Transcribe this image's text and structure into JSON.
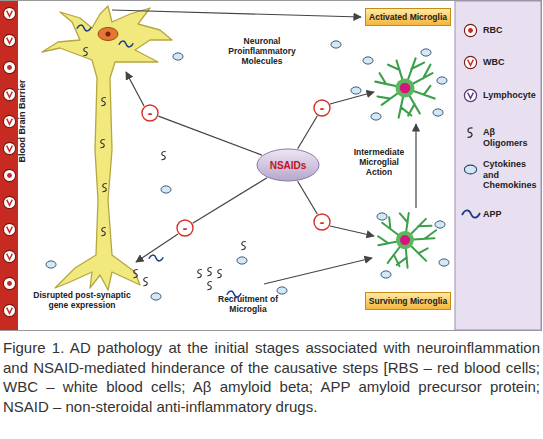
{
  "diagram": {
    "caption": "Figure 1. AD pathology at the initial stages associated with neuroinflammation and NSAID-mediated hinderance of the causative steps [RBS – red blood cells; WBC – white blood cells; Aβ amyloid beta; APP amyloid precursor protein; NSAID – non-steroidal anti-inflammatory drugs.",
    "nodes": [
      {
        "text": [
          "Activated Microglia"
        ]
      },
      {
        "text": [
          "-"
        ]
      },
      {
        "text": [
          "-"
        ]
      },
      {
        "text": [
          "NSAIDs"
        ]
      },
      {
        "text": [
          "-"
        ]
      },
      {
        "text": [
          "-"
        ]
      },
      {
        "text": [
          "Surviving Microglia"
        ]
      }
    ],
    "edges": [
      {
        "from": 3,
        "to": 1,
        "arrow": "none"
      },
      {
        "from": 3,
        "to": 2,
        "arrow": "none"
      },
      {
        "from": 3,
        "to": 4,
        "arrow": "none"
      },
      {
        "from": 3,
        "to": 5,
        "arrow": "none"
      }
    ],
    "labels": [
      "Blood Brain Barrier",
      "Neuronal Proinflammatory Molecules",
      "Intermediate Microglial Action",
      "Disrupted post-synaptic gene expression",
      "Recruitment of Microglia"
    ],
    "legend": [
      {
        "text": "RBC"
      },
      {
        "text": "WBC"
      },
      {
        "text": "Lymphocyte"
      },
      {
        "text": "Aβ Oligomers"
      },
      {
        "text": "Cytokines and Chemokines"
      },
      {
        "text": "APP"
      }
    ]
  }
}
